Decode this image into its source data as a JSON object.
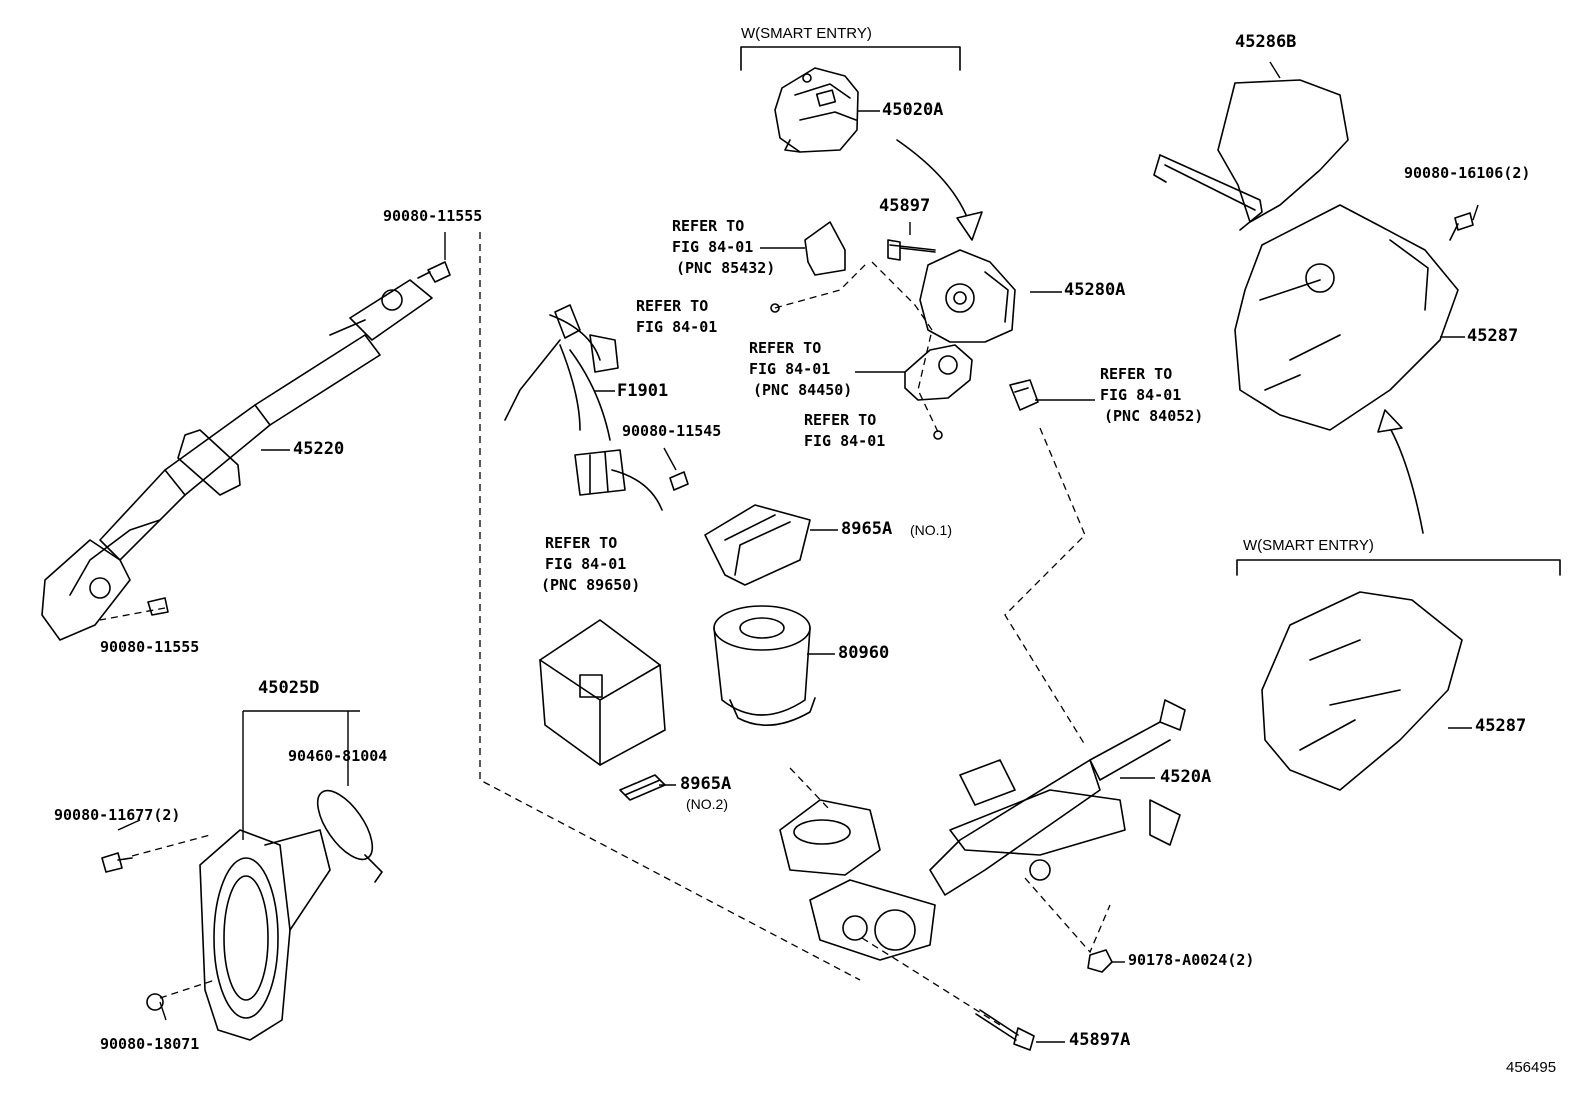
{
  "groups": {
    "smart_entry_top": "W(SMART ENTRY)",
    "smart_entry_right": "W(SMART ENTRY)"
  },
  "parts": {
    "p45020A": "45020A",
    "p45286B": "45286B",
    "p90080_16106": "90080-16106(2)",
    "p45897": "45897",
    "p45280A": "45280A",
    "p45287_a": "45287",
    "p45287_b": "45287",
    "p90080_11555_top": "90080-11555",
    "p90080_11555_bottom": "90080-11555",
    "p45220": "45220",
    "pF1901": "F1901",
    "p90080_11545": "90080-11545",
    "p8965A_1": "8965A",
    "p8965A_1_note": "(NO.1)",
    "p80960": "80960",
    "p45025D": "45025D",
    "p90460_81004": "90460-81004",
    "p90080_11677": "90080-11677(2)",
    "p90080_18071": "90080-18071",
    "p8965A_2": "8965A",
    "p8965A_2_note": "(NO.2)",
    "p4520A": "4520A",
    "p90178_A0024": "90178-A0024(2)",
    "p45897A": "45897A"
  },
  "refs": {
    "r1": [
      "REFER TO",
      "FIG 84-01",
      "(PNC 85432)"
    ],
    "r2": [
      "REFER TO",
      "FIG 84-01"
    ],
    "r3": [
      "REFER TO",
      "FIG 84-01",
      "(PNC 84450)"
    ],
    "r4": [
      "REFER TO",
      "FIG 84-01"
    ],
    "r5": [
      "REFER TO",
      "FIG 84-01",
      "(PNC 84052)"
    ],
    "r6": [
      "REFER TO",
      "FIG 84-01",
      "(PNC 89650)"
    ]
  },
  "illustration_id": "456495"
}
